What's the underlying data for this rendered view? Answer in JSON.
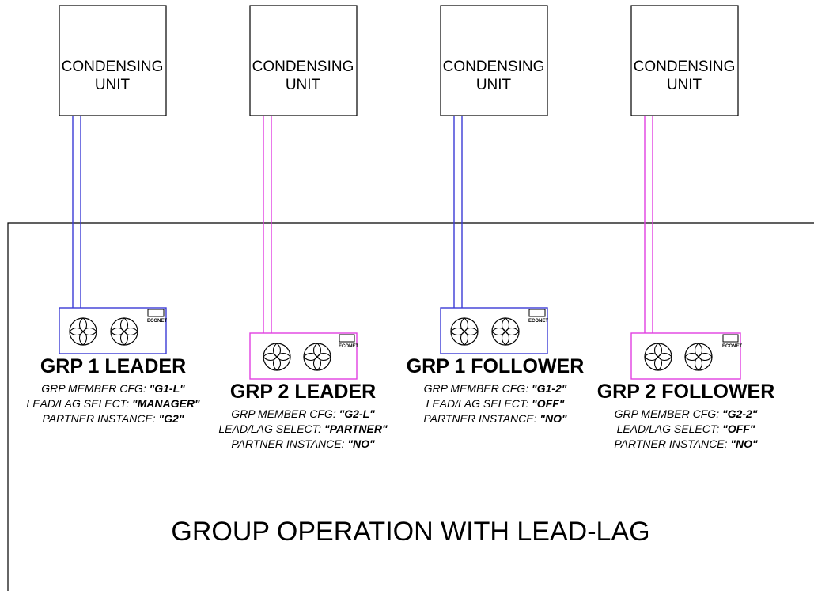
{
  "condensing_units": [
    {
      "line1": "CONDENSING",
      "line2": "UNIT"
    },
    {
      "line1": "CONDENSING",
      "line2": "UNIT"
    },
    {
      "line1": "CONDENSING",
      "line2": "UNIT"
    },
    {
      "line1": "CONDENSING",
      "line2": "UNIT"
    }
  ],
  "evaporators": [
    {
      "title": "GRP 1 LEADER",
      "econet": "ECONET",
      "cfg": [
        {
          "label": "GRP MEMBER CFG: ",
          "value": "\"G1-L\""
        },
        {
          "label": "LEAD/LAG SELECT: ",
          "value": "\"MANAGER\""
        },
        {
          "label": "PARTNER INSTANCE: ",
          "value": "\"G2\""
        }
      ]
    },
    {
      "title": "GRP 2 LEADER",
      "econet": "ECONET",
      "cfg": [
        {
          "label": "GRP MEMBER CFG: ",
          "value": "\"G2-L\""
        },
        {
          "label": "LEAD/LAG SELECT: ",
          "value": "\"PARTNER\""
        },
        {
          "label": "PARTNER INSTANCE: ",
          "value": "\"NO\""
        }
      ]
    },
    {
      "title": "GRP 1 FOLLOWER",
      "econet": "ECONET",
      "cfg": [
        {
          "label": "GRP MEMBER CFG: ",
          "value": "\"G1-2\""
        },
        {
          "label": "LEAD/LAG SELECT: ",
          "value": "\"OFF\""
        },
        {
          "label": "PARTNER INSTANCE: ",
          "value": "\"NO\""
        }
      ]
    },
    {
      "title": "GRP 2 FOLLOWER",
      "econet": "ECONET",
      "cfg": [
        {
          "label": "GRP MEMBER CFG: ",
          "value": "\"G2-2\""
        },
        {
          "label": "LEAD/LAG SELECT: ",
          "value": "\"OFF\""
        },
        {
          "label": "PARTNER INSTANCE: ",
          "value": "\"NO\""
        }
      ]
    }
  ],
  "heading": "GROUP OPERATION WITH LEAD-LAG",
  "colors": {
    "group1_line": "#3b3bd6",
    "group2_line": "#e040e0",
    "stroke": "#000000"
  }
}
